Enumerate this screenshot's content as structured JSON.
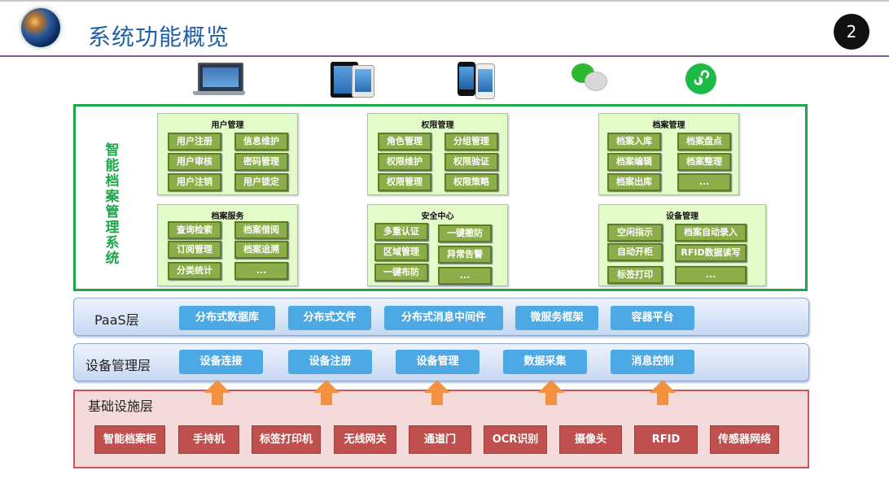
{
  "header": {
    "title": "系统功能概览",
    "page_number": "2"
  },
  "devices": [
    "laptop-icon",
    "tablet-icon",
    "phone-icon",
    "wechat-icon",
    "mini-program-icon"
  ],
  "system": {
    "label": "智能档案管理系统",
    "modules": [
      {
        "title": "用户管理",
        "items": [
          "用户注册",
          "信息维护",
          "用户审核",
          "密码管理",
          "用户注销",
          "用户锁定"
        ]
      },
      {
        "title": "权限管理",
        "items": [
          "角色管理",
          "分组管理",
          "权限维护",
          "权限验证",
          "权限管理",
          "权限策略"
        ]
      },
      {
        "title": "档案管理",
        "items": [
          "档案入库",
          "档案盘点",
          "档案编辑",
          "档案整理",
          "档案出库",
          "..."
        ]
      },
      {
        "title": "档案服务",
        "items": [
          "查询检索",
          "档案借阅",
          "订阅管理",
          "档案追溯",
          "分类统计",
          "..."
        ]
      },
      {
        "title": "安全中心",
        "items": [
          "多重认证",
          "一键撤防",
          "区域管理",
          "异常告警",
          "一键布防",
          "..."
        ]
      },
      {
        "title": "设备管理",
        "items": [
          "空闲指示",
          "档案自动录入",
          "自动开柜",
          "RFID数据读写",
          "标签打印",
          "..."
        ]
      }
    ]
  },
  "paas": {
    "label": "PaaS层",
    "items": [
      "分布式数据库",
      "分布式文件",
      "分布式消息中间件",
      "微服务框架",
      "容器平台"
    ]
  },
  "device_layer": {
    "label": "设备管理层",
    "items": [
      "设备连接",
      "设备注册",
      "设备管理",
      "数据采集",
      "消息控制"
    ]
  },
  "infra": {
    "label": "基础设施层",
    "items": [
      "智能档案柜",
      "手持机",
      "标签打印机",
      "无线网关",
      "通道门",
      "OCR识别",
      "摄像头",
      "RFID",
      "传感器网络"
    ]
  },
  "colors": {
    "title": "#1f5fa8",
    "system_border": "#1ba84a",
    "module_cell": "#8cae4a",
    "layer_button": "#4da9e3",
    "infra_button": "#c0504d",
    "arrow": "#f4913e"
  }
}
